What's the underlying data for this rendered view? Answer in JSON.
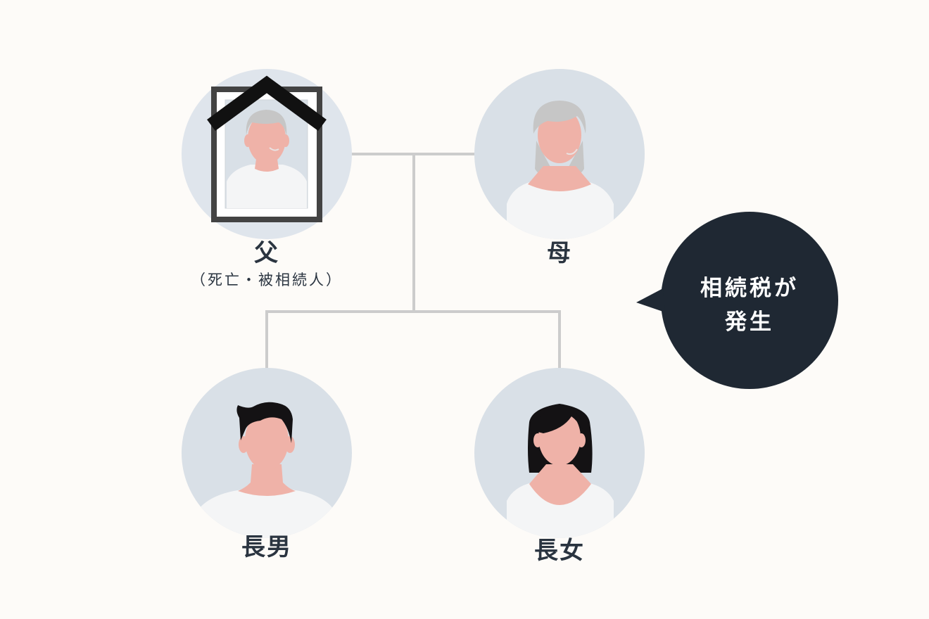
{
  "people": {
    "father": {
      "label": "父",
      "note": "（死亡・被相続人）"
    },
    "mother": {
      "label": "母"
    },
    "son": {
      "label": "長男"
    },
    "daughter": {
      "label": "長女"
    }
  },
  "callout": {
    "line1": "相続税が",
    "line2": "発生"
  },
  "colors": {
    "background": "#fdfbf8",
    "avatar_bg": "#d9e0e7",
    "skin": "#efb2a8",
    "shirt": "#f4f5f6",
    "gray_hair": "#c6c6c6",
    "black_hair": "#141214",
    "line": "#cccccc",
    "frame": "#434343",
    "ribbon": "#111111",
    "bubble": "#1f2833",
    "text": "#2a3440"
  }
}
